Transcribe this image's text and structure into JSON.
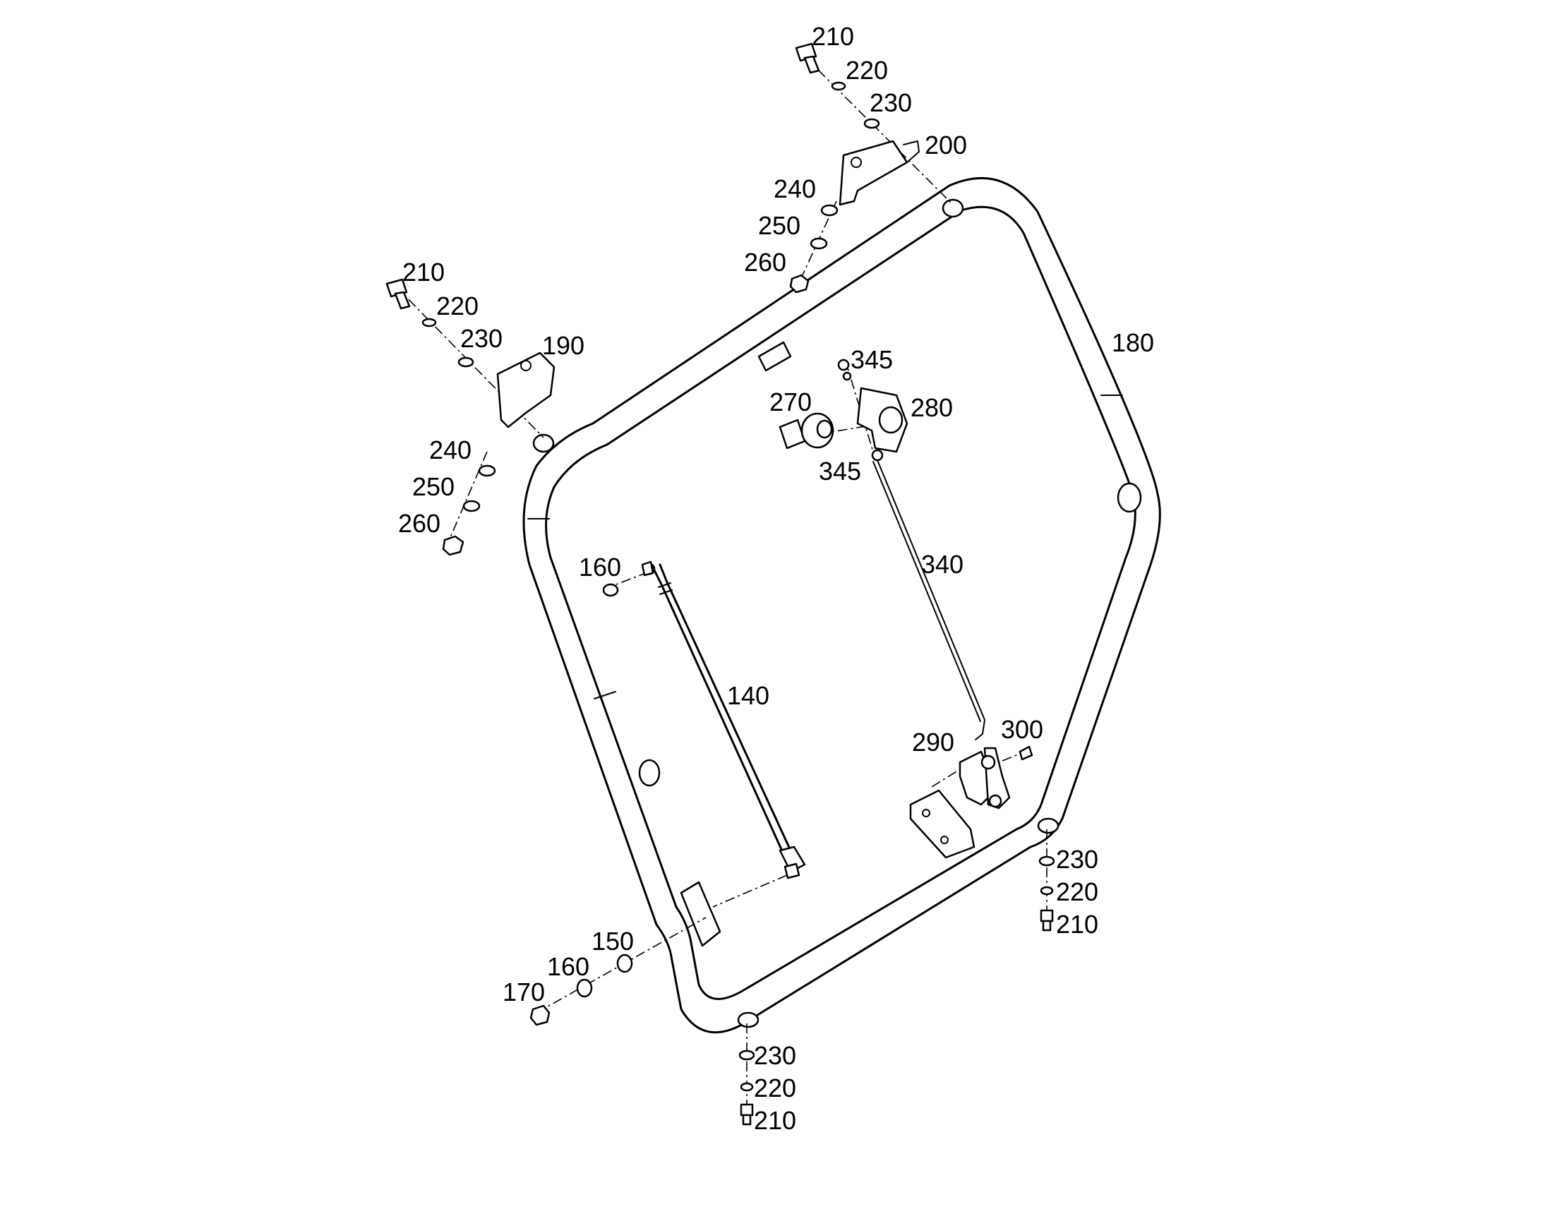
{
  "labels": {
    "p210_top": "210",
    "p220_top": "220",
    "p230_top": "230",
    "p200": "200",
    "p240_top": "240",
    "p250_top": "250",
    "p260_top": "260",
    "p210_left": "210",
    "p220_left": "220",
    "p230_left": "230",
    "p190": "190",
    "p240_left": "240",
    "p250_left": "250",
    "p260_left": "260",
    "p180": "180",
    "p345_top": "345",
    "p270": "270",
    "p280": "280",
    "p345_bottom": "345",
    "p340": "340",
    "p160_top": "160",
    "p140": "140",
    "p290": "290",
    "p300": "300",
    "p230_right": "230",
    "p220_right": "220",
    "p210_right": "210",
    "p150": "150",
    "p160_bottom": "160",
    "p170": "170",
    "p230_bottom": "230",
    "p220_bottom": "220",
    "p210_bottom": "210"
  }
}
